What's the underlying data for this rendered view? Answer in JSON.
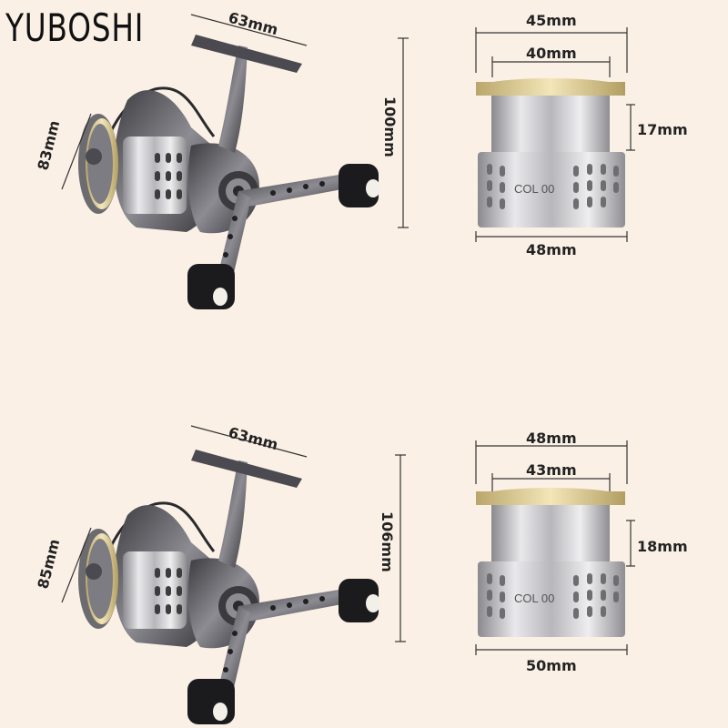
{
  "brand": "YUBOSHI",
  "colors": {
    "background": "#fbf0e6",
    "reel_gunmetal": "#5a5a60",
    "spool_silver": "#c9c9cc",
    "gold_ring": "#e6d49a",
    "knob": "#1b1b1d"
  },
  "products": [
    {
      "reel": {
        "handle_width": "63mm",
        "height": "100mm",
        "spool_diameter": "83mm"
      },
      "spool": {
        "top_outer": "45mm",
        "top_inner": "40mm",
        "middle_height": "17mm",
        "bottom": "48mm",
        "engraving": "COL 00"
      }
    },
    {
      "reel": {
        "handle_width": "63mm",
        "height": "106mm",
        "spool_diameter": "85mm"
      },
      "spool": {
        "top_outer": "48mm",
        "top_inner": "43mm",
        "middle_height": "18mm",
        "bottom": "50mm",
        "engraving": "COL 00"
      }
    }
  ]
}
